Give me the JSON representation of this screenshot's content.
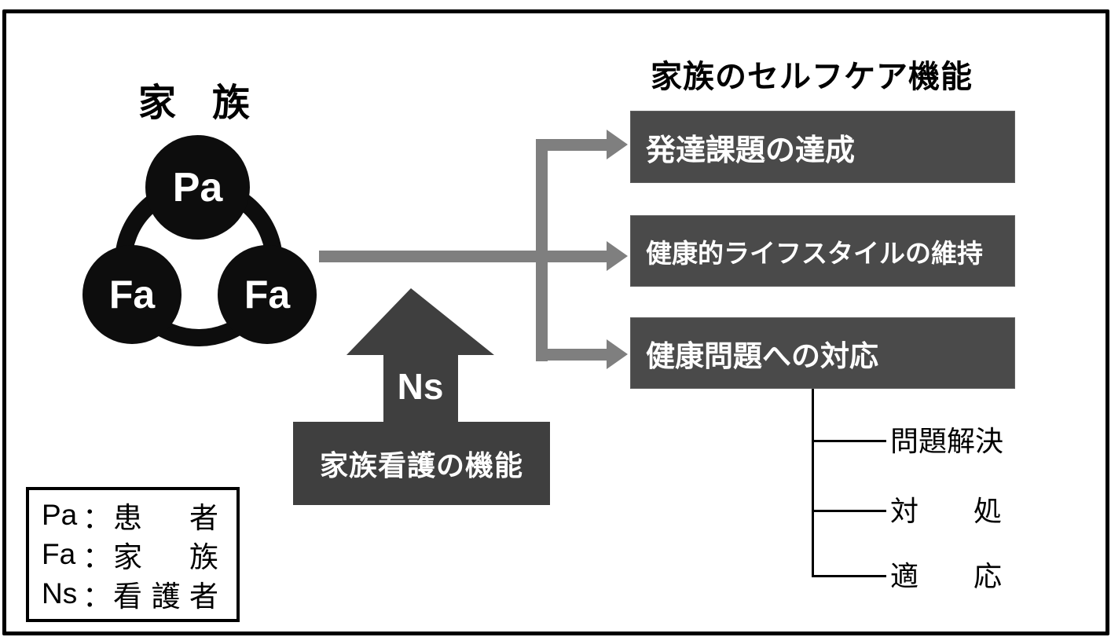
{
  "colors": {
    "shape_black": "#0d0d0d",
    "connector_gray": "#7f7f7f",
    "box_gray": "#4a4a4a",
    "nursing_gray": "#3f3f3f",
    "text_white": "#ffffff",
    "text_black": "#000000"
  },
  "family": {
    "title": "家族",
    "nodes": [
      "Pa",
      "Fa",
      "Fa"
    ]
  },
  "selfcare": {
    "title": "家族のセルフケア機能",
    "boxes": [
      "発達課題の達成",
      "健康的ライフスタイルの維持",
      "健康問題への対応"
    ],
    "sub_items": [
      "問題解決",
      "対処",
      "適応"
    ]
  },
  "nursing": {
    "arrow_label": "Ns",
    "box_label": "家族看護の機能"
  },
  "legend": {
    "items": [
      {
        "abbr": "Pa",
        "separator": "：",
        "meaning": "患者"
      },
      {
        "abbr": "Fa",
        "separator": "：",
        "meaning": "家族"
      },
      {
        "abbr": "Ns",
        "separator": "：",
        "meaning": "看護者"
      }
    ]
  }
}
